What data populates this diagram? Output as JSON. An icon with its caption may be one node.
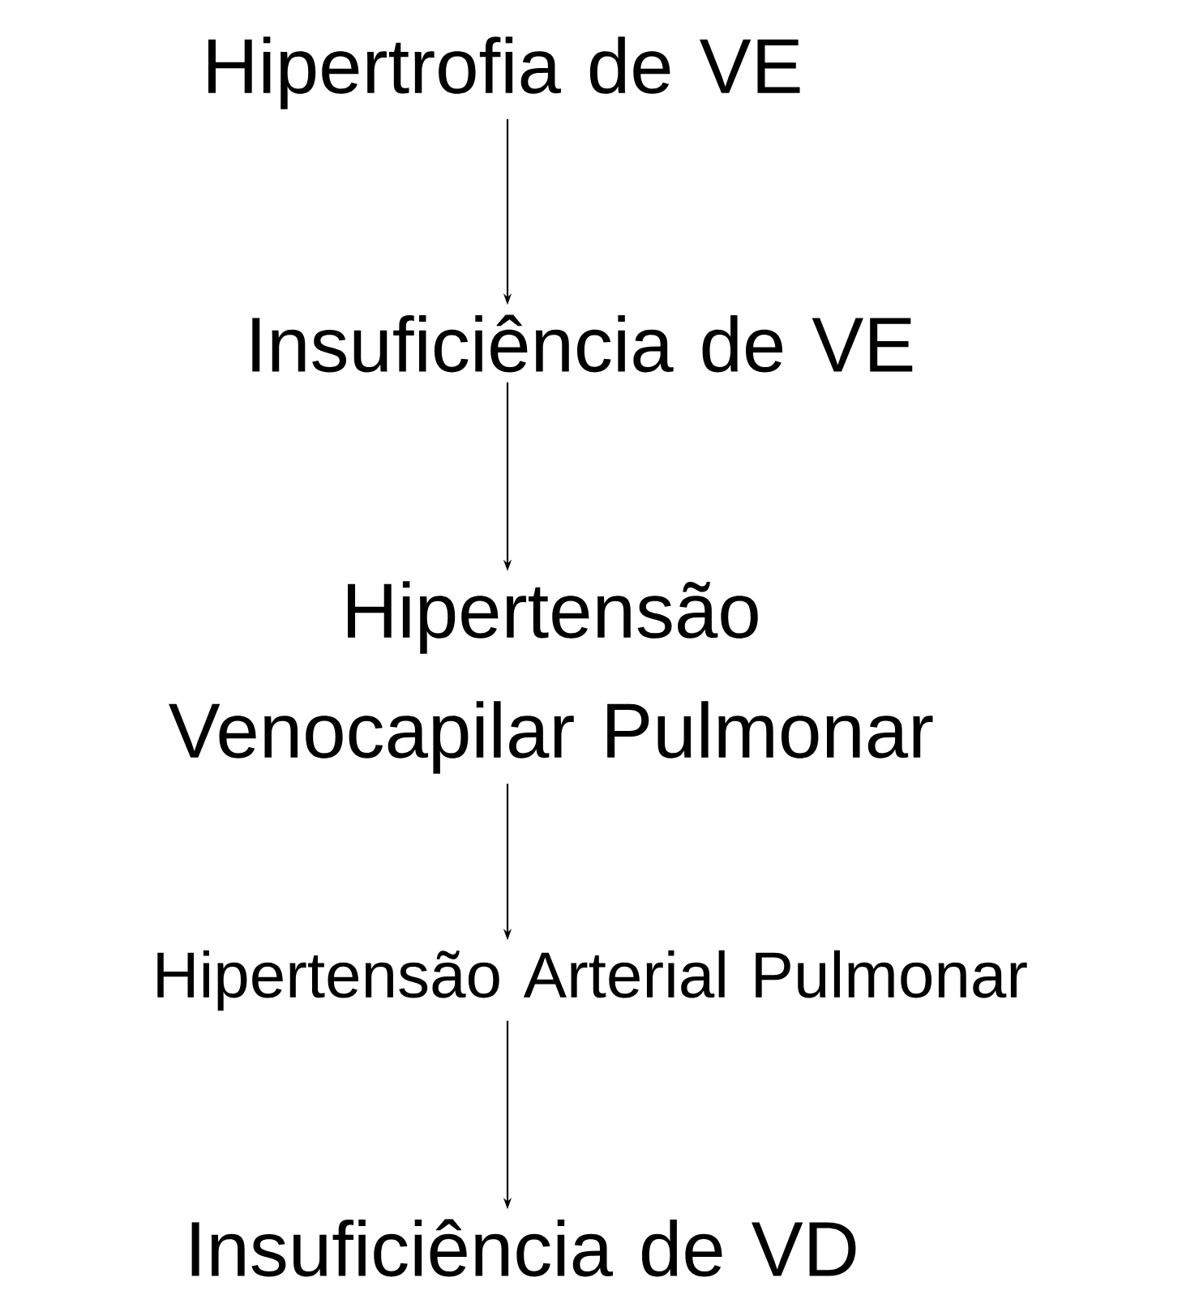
{
  "diagram": {
    "nodes": [
      {
        "text": [
          "Hipertrofia de VE"
        ]
      },
      {
        "text": [
          "Insuficiência de VE"
        ]
      },
      {
        "text": [
          "Hipertensão Venocapilar  Pulmonar"
        ]
      },
      {
        "text": [
          "Hipertensão Arterial Pulmonar"
        ]
      },
      {
        "text": [
          "Insuficiência de VD"
        ]
      }
    ],
    "edges": [
      {
        "from": 0,
        "to": 1,
        "arrow": "to"
      },
      {
        "from": 1,
        "to": 2,
        "arrow": "to"
      },
      {
        "from": 2,
        "to": 3,
        "arrow": "to"
      },
      {
        "from": 3,
        "to": 4,
        "arrow": "to"
      }
    ]
  }
}
